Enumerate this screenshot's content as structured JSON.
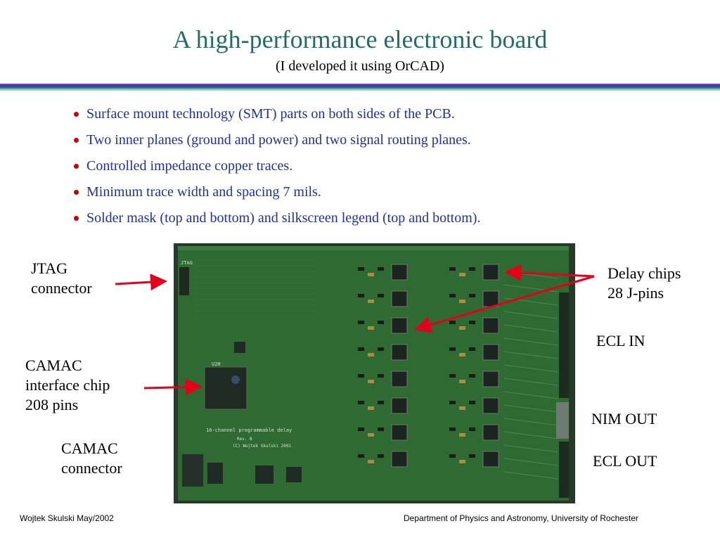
{
  "slide": {
    "title": "A high-performance electronic board",
    "subtitle": "(I developed it using OrCAD)",
    "bullets": [
      "Surface mount technology (SMT) parts on both sides of the PCB.",
      "Two inner planes (ground and power) and two signal routing planes.",
      "Controlled impedance copper traces.",
      "Minimum trace width and spacing 7 mils.",
      "Solder mask (top and bottom) and silkscreen legend (top and bottom)."
    ]
  },
  "labels": {
    "jtag_line1": "JTAG",
    "jtag_line2": "connector",
    "camac_chip_line1": "CAMAC",
    "camac_chip_line2": "interface chip",
    "camac_chip_line3": "208 pins",
    "camac_conn_line1": "CAMAC",
    "camac_conn_line2": "connector",
    "delay_line1": "Delay chips",
    "delay_line2": "28 J-pins",
    "ecl_in": "ECL IN",
    "nim_out": "NIM OUT",
    "ecl_out": "ECL OUT"
  },
  "board": {
    "silkscreen": {
      "jtag": "JTAG",
      "u20": "U20",
      "program_name": "16-channel programmable delay",
      "rev": "Rev. B",
      "copyright": "(C) Wojtek Skulski 2001"
    }
  },
  "footer": {
    "left": "Wojtek Skulski May/2002",
    "right": "Department of Physics and Astronomy, University of Rochester"
  },
  "colors": {
    "title": "#1f6f67",
    "bullet_text": "#1f2fa6",
    "bullet_dot": "#cc0000",
    "arrow": "#e3001b",
    "pcb": "#2f6a33"
  }
}
